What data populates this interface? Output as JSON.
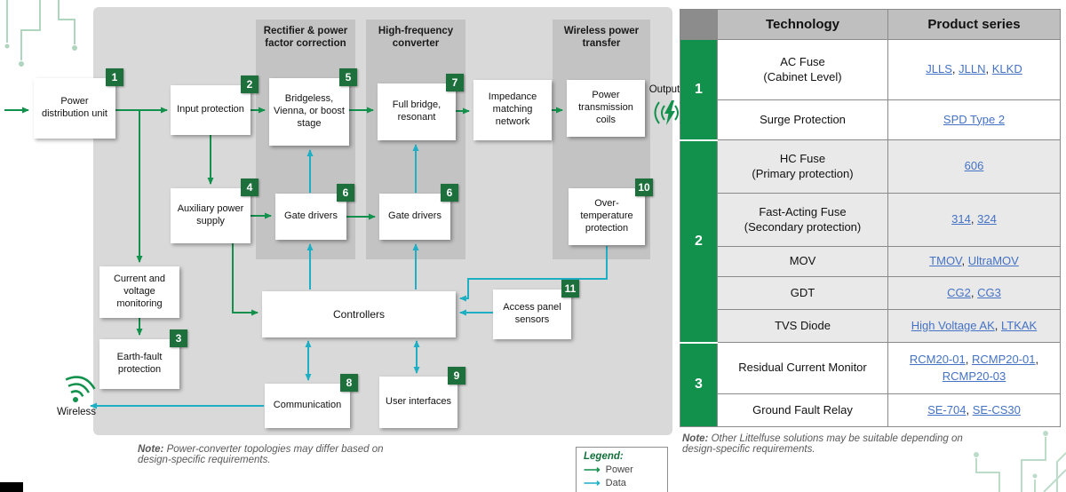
{
  "colors": {
    "power_green": "#12914c",
    "badge_green": "#1d6f3c",
    "data_cyan": "#1fafc4",
    "link_blue": "#4472c4",
    "panel_gray": "#d9d9d9",
    "section_gray": "#c3c3c3",
    "header_gray": "#bfbfbf"
  },
  "diagram": {
    "sections": [
      {
        "label": "Rectifier & power factor correction"
      },
      {
        "label": "High-frequency converter"
      },
      {
        "label": "Wireless power transfer"
      }
    ],
    "blocks": {
      "pdu": {
        "label": "Power distribution unit",
        "badge": "1"
      },
      "input_protection": {
        "label": "Input protection",
        "badge": "2"
      },
      "bridgeless": {
        "label": "Bridgeless, Vienna, or boost stage",
        "badge": "5"
      },
      "full_bridge": {
        "label": "Full bridge, resonant",
        "badge": "7"
      },
      "impedance": {
        "label": "Impedance matching network"
      },
      "coils": {
        "label": "Power transmission coils"
      },
      "aux_power": {
        "label": "Auxiliary power supply",
        "badge": "4"
      },
      "gate_drivers_1": {
        "label": "Gate drivers",
        "badge": "6"
      },
      "gate_drivers_2": {
        "label": "Gate drivers",
        "badge": "6"
      },
      "over_temp": {
        "label": "Over-temperature protection",
        "badge": "10"
      },
      "cv_monitoring": {
        "label": "Current and voltage monitoring"
      },
      "earth_fault": {
        "label": "Earth-fault protection",
        "badge": "3"
      },
      "controllers": {
        "label": "Controllers"
      },
      "access_panel": {
        "label": "Access panel sensors",
        "badge": "11"
      },
      "communication": {
        "label": "Communication",
        "badge": "8"
      },
      "user_interfaces": {
        "label": "User interfaces",
        "badge": "9"
      }
    },
    "wireless_label": "Wireless",
    "output_label": "Output",
    "note_prefix": "Note:",
    "note_text": " Power-converter topologies may differ based on design-specific requirements.",
    "legend": {
      "title": "Legend:",
      "items": [
        {
          "label": "Power"
        },
        {
          "label": "Data"
        }
      ]
    }
  },
  "table": {
    "headers": {
      "technology": "Technology",
      "products": "Product series"
    },
    "groups": [
      {
        "number": "1",
        "rows": [
          {
            "technology": "AC Fuse",
            "sub": "(Cabinet Level)",
            "products": [
              "JLLS",
              "JLLN",
              "KLKD"
            ]
          },
          {
            "technology": "Surge Protection",
            "sub": "",
            "products": [
              "SPD Type 2"
            ]
          }
        ]
      },
      {
        "number": "2",
        "rows": [
          {
            "technology": "HC  Fuse",
            "sub": "(Primary protection)",
            "products": [
              "606"
            ]
          },
          {
            "technology": "Fast-Acting Fuse",
            "sub": "(Secondary protection)",
            "products": [
              "314",
              "324"
            ]
          },
          {
            "technology": "MOV",
            "sub": "",
            "products": [
              "TMOV",
              "UltraMOV"
            ]
          },
          {
            "technology": "GDT",
            "sub": "",
            "products": [
              "CG2",
              "CG3"
            ]
          },
          {
            "technology": "TVS Diode",
            "sub": "",
            "products": [
              "High Voltage AK",
              "LTKAK"
            ]
          }
        ]
      },
      {
        "number": "3",
        "rows": [
          {
            "technology": "Residual Current Monitor",
            "sub": "",
            "products": [
              "RCM20-01",
              "RCMP20-01",
              "RCMP20-03"
            ]
          },
          {
            "technology": "Ground Fault Relay",
            "sub": "",
            "products": [
              "SE-704",
              "SE-CS30"
            ]
          }
        ]
      }
    ],
    "note_prefix": "Note:",
    "note_text": " Other Littelfuse solutions may be suitable depending on design-specific requirements."
  }
}
